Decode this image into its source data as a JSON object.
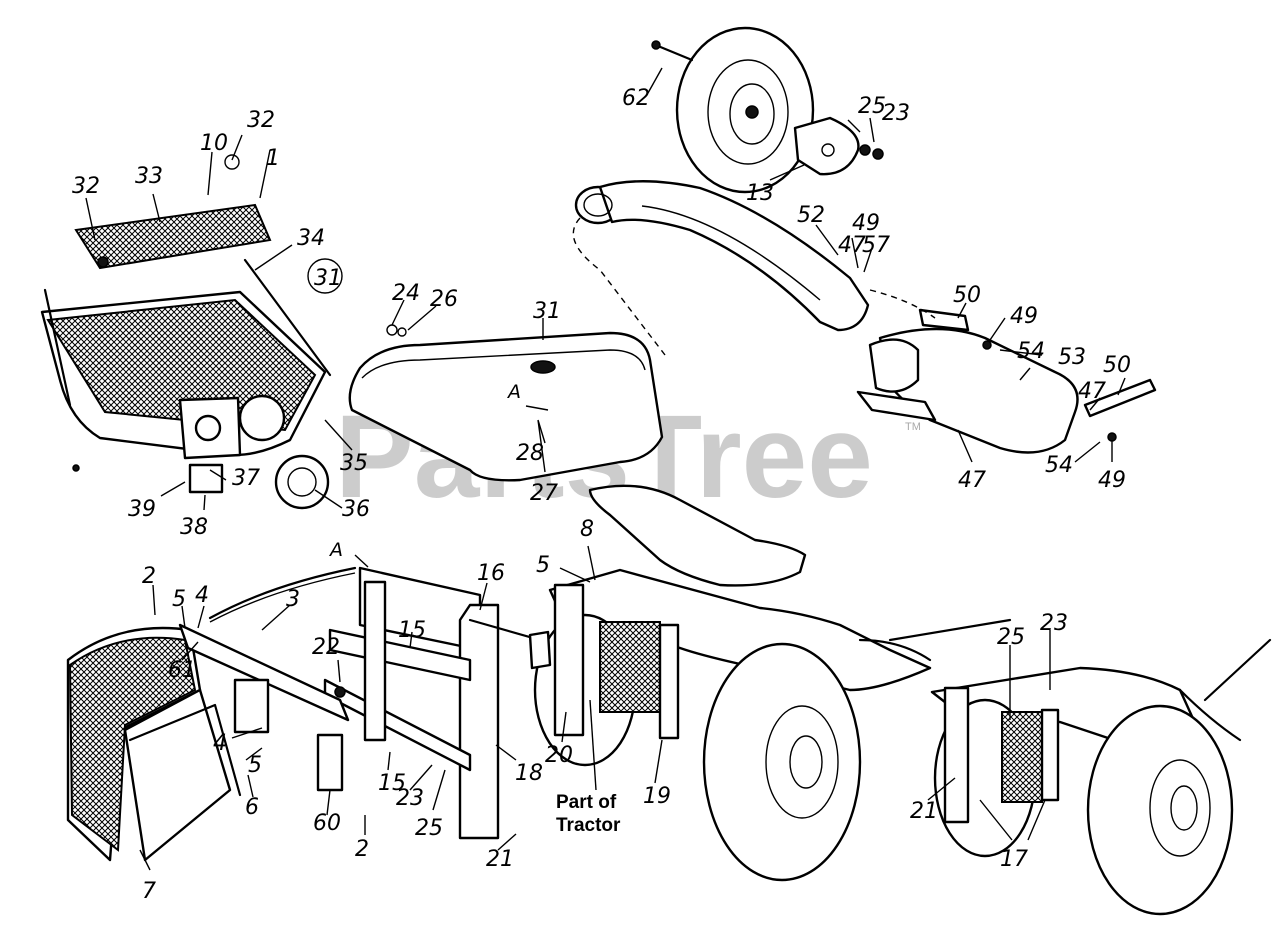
{
  "watermark": {
    "text": "PartsTree",
    "tm": "TM"
  },
  "callouts": {
    "c62": "62",
    "c25a": "25",
    "c23a": "23",
    "c13": "13",
    "c52": "52",
    "c49a": "49",
    "c47a": "47",
    "c57": "57",
    "c50a": "50",
    "c49b": "49",
    "c54a": "54",
    "c53": "53",
    "c50b": "50",
    "c47b": "47",
    "c47c": "47",
    "c54b": "54",
    "c49c": "49",
    "c32a": "32",
    "c10": "10",
    "c1": "1",
    "c32b": "32",
    "c33": "33",
    "c34": "34",
    "c31ring": "31",
    "c24": "24",
    "c26": "26",
    "c31": "31",
    "cA1": "A",
    "c28": "28",
    "c27": "27",
    "c35": "35",
    "c37": "37",
    "c39": "39",
    "c38": "38",
    "c36": "36",
    "c8": "8",
    "c5a": "5",
    "cA2": "A",
    "c16": "16",
    "c2a": "2",
    "c5b": "5",
    "c4a": "4",
    "c3": "3",
    "c61": "61",
    "c15a": "15",
    "c22": "22",
    "c4b": "4",
    "c5c": "5",
    "c20": "20",
    "c18": "18",
    "c15b": "15",
    "c23b": "23",
    "c25b": "25",
    "c19": "19",
    "c6": "6",
    "c60": "60",
    "c2b": "2",
    "c21a": "21",
    "c7": "7",
    "c25c": "25",
    "c23c": "23",
    "c21b": "21",
    "c17": "17"
  },
  "caption": {
    "line1": "Part of",
    "line2": "Tractor"
  }
}
